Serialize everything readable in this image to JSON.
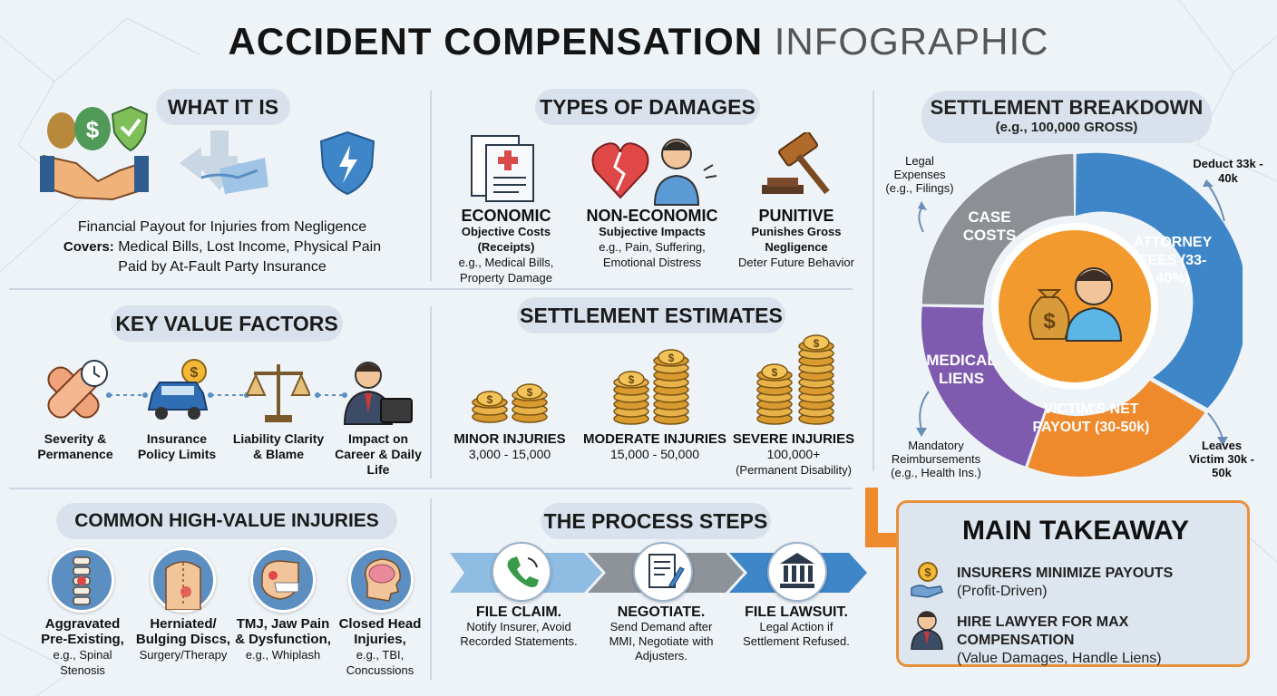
{
  "title": {
    "bold": "ACCIDENT COMPENSATION",
    "light": "INFOGRAPHIC"
  },
  "what_it_is": {
    "heading": "WHAT IT IS",
    "line1": "Financial Payout for Injuries from Negligence",
    "line2_bold": "Covers:",
    "line2_rest": " Medical Bills, Lost Income, Physical Pain",
    "line3": "Paid by At-Fault Party Insurance"
  },
  "types_of_damages": {
    "heading": "TYPES OF DAMAGES",
    "items": [
      {
        "title": "ECONOMIC",
        "sub": "Objective Costs (Receipts)",
        "desc": "e.g., Medical Bills, Property Damage"
      },
      {
        "title": "NON-ECONOMIC",
        "sub": "Subjective Impacts",
        "desc": "e.g., Pain, Suffering, Emotional Distress"
      },
      {
        "title": "PUNITIVE",
        "sub": "Punishes Gross Negligence",
        "desc": "Deter Future Behavior"
      }
    ]
  },
  "key_value_factors": {
    "heading": "KEY VALUE FACTORS",
    "items": [
      "Severity & Permanence",
      "Insurance Policy Limits",
      "Liability Clarity & Blame",
      "Impact on Career & Daily Life"
    ]
  },
  "settlement_estimates": {
    "heading": "SETTLEMENT ESTIMATES",
    "items": [
      {
        "title": "MINOR INJURIES",
        "range": "3,000 - 15,000",
        "note": ""
      },
      {
        "title": "MODERATE INJURIES",
        "range": "15,000 - 50,000",
        "note": ""
      },
      {
        "title": "SEVERE INJURIES",
        "range": "100,000+",
        "note": "(Permanent Disability)"
      }
    ]
  },
  "common_injuries": {
    "heading": "COMMON HIGH-VALUE INJURIES",
    "items": [
      {
        "title": "Aggravated Pre-Existing,",
        "desc": "e.g., Spinal Stenosis"
      },
      {
        "title": "Herniated/ Bulging Discs,",
        "desc": "Surgery/Therapy"
      },
      {
        "title": "TMJ, Jaw Pain & Dysfunction,",
        "desc": "e.g., Whiplash"
      },
      {
        "title": "Closed Head Injuries,",
        "desc": "e.g., TBI, Concussions"
      }
    ]
  },
  "process_steps": {
    "heading": "THE PROCESS STEPS",
    "items": [
      {
        "title": "FILE CLAIM.",
        "desc": "Notify Insurer, Avoid Recorded Statements."
      },
      {
        "title": "NEGOTIATE.",
        "desc": "Send Demand after MMI, Negotiate with Adjusters."
      },
      {
        "title": "FILE LAWSUIT.",
        "desc": "Legal Action if Settlement Refused."
      }
    ]
  },
  "settlement_breakdown": {
    "heading": "SETTLEMENT BREAKDOWN",
    "sub": "(e.g., 100,000 GROSS)",
    "segments": [
      {
        "label": "CASE COSTS",
        "color": "#8c9095"
      },
      {
        "label": "ATTORNEY FEES (33-40%)",
        "color": "#3f86c9"
      },
      {
        "label": "VICTIM'S NET PAYOUT (30-50k)",
        "color": "#ef8a2c"
      },
      {
        "label": "MEDICAL LIENS",
        "color": "#7f5bb0"
      }
    ],
    "callouts": {
      "legal": "Legal Expenses (e.g., Filings)",
      "deduct": "Deduct 33k - 40k",
      "mandatory": "Mandatory Reimbursements (e.g., Health Ins.)",
      "leaves": "Leaves Victim 30k - 50k"
    }
  },
  "main_takeaway": {
    "heading": "MAIN TAKEAWAY",
    "items": [
      {
        "title": "INSURERS MINIMIZE PAYOUTS",
        "sub": "(Profit-Driven)"
      },
      {
        "title": "HIRE LAWYER FOR MAX COMPENSATION",
        "sub": "(Value Damages, Handle Liens)"
      }
    ]
  },
  "colors": {
    "accent_orange": "#ef8a2c",
    "blue": "#3f86c9",
    "purple": "#7f5bb0",
    "gray": "#8c9095",
    "gold": "#e0a33a"
  }
}
